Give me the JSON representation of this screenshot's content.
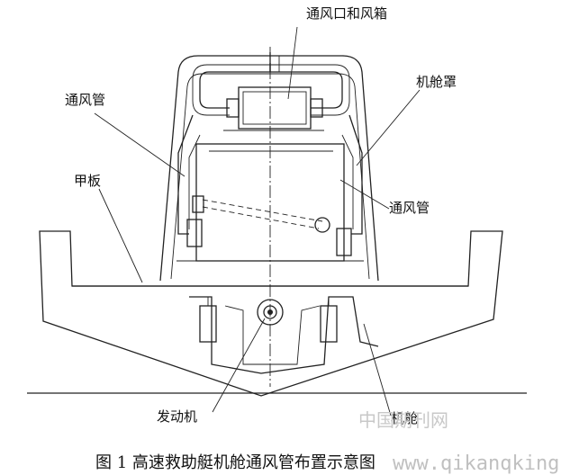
{
  "labels": {
    "vent_opening_and_box": "通风口和风箱",
    "vent_pipe_upper_left": "通风管",
    "engine_hood": "机舱罩",
    "deck": "甲板",
    "vent_pipe_right": "通风管",
    "engine": "发动机",
    "engine_room": "机舱"
  },
  "caption": "图 1  高速救助艇机舱通风管布置示意图",
  "watermark": {
    "cn": "中国期刊网",
    "url": "www.qikanqking.com"
  }
}
